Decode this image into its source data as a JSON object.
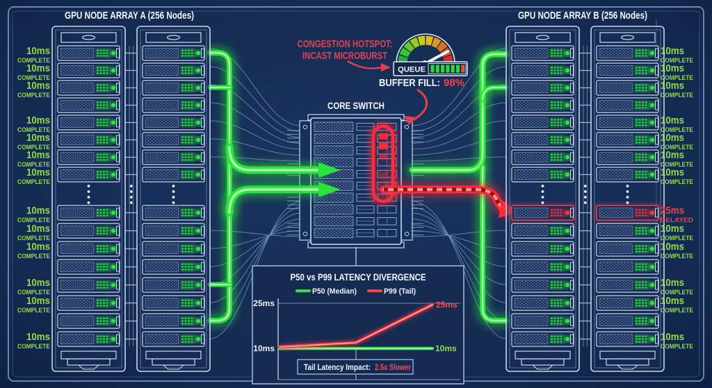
{
  "arrays": {
    "a": {
      "title": "GPU NODE ARRAY A (256 Nodes)"
    },
    "b": {
      "title": "GPU NODE ARRAY B (256 Nodes)"
    }
  },
  "core_switch": {
    "title": "CORE SWITCH"
  },
  "congestion": {
    "callout_line1": "CONGESTION HOTSPOT:",
    "callout_line2": "INCAST MICROBURST",
    "queue_label": "QUEUE",
    "queue_bars": {
      "green": 6,
      "red": 1
    },
    "gauge_segment_colors": [
      "#1fb23c",
      "#3fc230",
      "#6cc824",
      "#9ccd1d",
      "#c6cf18",
      "#ddbb1a",
      "#e0981d",
      "#de711f",
      "#d94e22",
      "#d42f27"
    ],
    "buffer_label": "BUFFER FILL:",
    "buffer_value": "98%"
  },
  "racks": {
    "per_array": 2,
    "rows_top": 8,
    "rows_bottom": 8,
    "delayed_row": {
      "side": "right",
      "section": "bottom",
      "row": 0
    }
  },
  "side_labels": {
    "left": [
      {
        "time": "10ms",
        "status": "COMPLETE"
      },
      {
        "time": "10ms",
        "status": "COMPLETE"
      },
      {
        "time": "10ms",
        "status": "COMPLETE"
      },
      {
        "time": "10ms",
        "status": "COMPLETE"
      },
      {
        "time": "10ms",
        "status": "COMPLETE"
      },
      {
        "time": "10ms",
        "status": "COMPLETE"
      },
      {
        "time": "10ms",
        "status": "COMPLETE"
      },
      {
        "time": "10ms",
        "status": "COMPLETE"
      },
      {
        "time": "10ms",
        "status": "COMPLETE"
      },
      {
        "time": "10ms",
        "status": "COMPLETE"
      },
      {
        "time": "10ms",
        "status": "COMPLETE"
      },
      {
        "time": "10ms",
        "status": "COMPLETE"
      },
      {
        "time": "10ms",
        "status": "COMPLETE"
      }
    ],
    "right": [
      {
        "time": "10ms",
        "status": "COMPLETE"
      },
      {
        "time": "10ms",
        "status": "COMPLETE"
      },
      {
        "time": "10ms",
        "status": "COMPLETE"
      },
      {
        "time": "10ms",
        "status": "COMPLETE"
      },
      {
        "time": "10ms",
        "status": "COMPLETE"
      },
      {
        "time": "10ms",
        "status": "COMPLETE"
      },
      {
        "time": "10ms",
        "status": "COMPLETE"
      },
      {
        "time": "25ms",
        "status": "DELAYED"
      },
      {
        "time": "10ms",
        "status": "COMPLETE"
      },
      {
        "time": "10ms",
        "status": "COMPLETE"
      },
      {
        "time": "10ms",
        "status": "COMPLETE"
      },
      {
        "time": "10ms",
        "status": "COMPLETE"
      },
      {
        "time": "10ms",
        "status": "COMPLETE"
      }
    ]
  },
  "chart_data": {
    "type": "line",
    "title": "P50 vs P99 LATENCY DIVERGENCE",
    "x": [
      0,
      1,
      2
    ],
    "series": [
      {
        "name": "P50 (Median)",
        "color": "#2fe63e",
        "values": [
          10,
          10,
          10
        ]
      },
      {
        "name": "P99 (Tail)",
        "color": "#ff4049",
        "values": [
          10.5,
          12,
          25
        ]
      }
    ],
    "yticks": [
      {
        "value": 25,
        "label": "25ms"
      },
      {
        "value": 10,
        "label": "10ms"
      }
    ],
    "end_labels": [
      {
        "text": "10ms",
        "color": "#8fdc4e"
      },
      {
        "text": "25ms",
        "color": "#ff4956"
      }
    ],
    "ylim": [
      8,
      27
    ],
    "units": "ms",
    "legend_position": "top",
    "annotation": {
      "label": "Tail Latency Impact:",
      "value": "2.5x Slower"
    }
  },
  "colors": {
    "background": "#142a50",
    "blueprint_line": "#c9d8f0",
    "flow_green": "#2ae23c",
    "flow_red": "#ff2c38",
    "label_green": "#93da4f",
    "alert_red": "#e8414e"
  }
}
